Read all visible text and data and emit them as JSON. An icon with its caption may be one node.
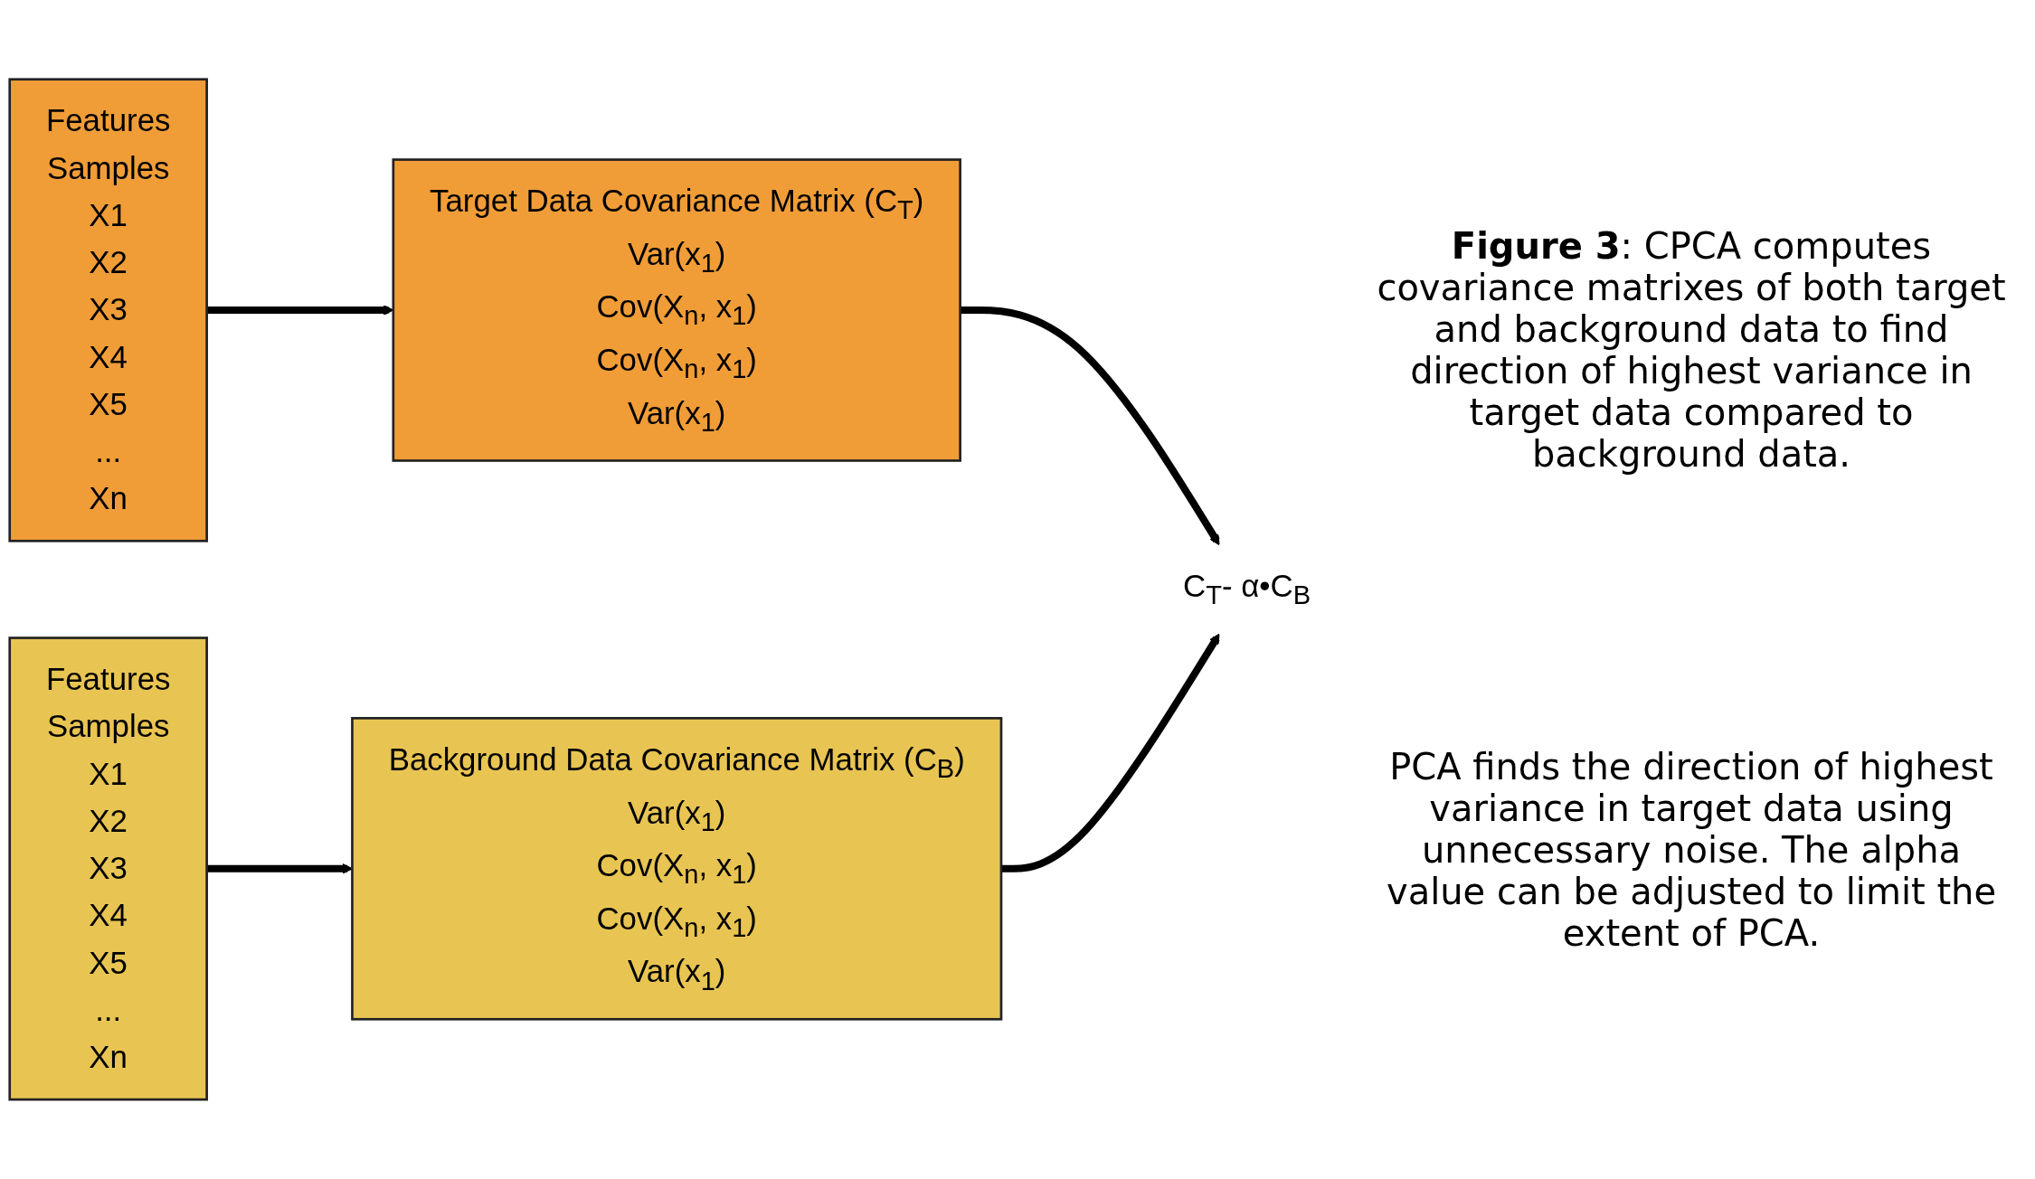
{
  "diagram": {
    "caption": "**Figure 3**: CPCA computes covariance matrixes of both target and background data to find direction of highest variance in target data compared to background data.",
    "nodes": [
      {
        "text": [
          "Features",
          "Samples",
          "X1",
          "X2",
          "X3",
          "X4",
          "X5",
          "...",
          "Xn"
        ]
      },
      {
        "text": [
          "Target Data Covariance Matrix (C$_{T}$)",
          "Var(x$_{1}$)",
          "Cov(X$_{n}$, x$_{1}$)",
          "Cov(X$_{n}$, x$_{1}$)",
          "Var(x$_{1}$)"
        ]
      },
      {
        "text": [
          "C$_{T}$- α•C$_{B}$"
        ]
      },
      {
        "text": [
          "Features",
          "Samples",
          "X1",
          "X2",
          "X3",
          "X4",
          "X5",
          "...",
          "Xn"
        ]
      },
      {
        "text": [
          "Background Data Covariance Matrix (C$_{B}$)",
          "Var(x$_{1}$)",
          "Cov(X$_{n}$, x$_{1}$)",
          "Cov(X$_{n}$, x$_{1}$)",
          "Var(x$_{1}$)"
        ]
      }
    ],
    "edges": [
      {
        "from": 0,
        "to": 1,
        "arrow": "to"
      },
      {
        "from": 1,
        "to": 2,
        "arrow": "to"
      },
      {
        "from": 3,
        "to": 4,
        "arrow": "to"
      },
      {
        "from": 4,
        "to": 2,
        "arrow": "to"
      }
    ],
    "labels": [
      "PCA finds the direction of highest variance in target data using unnecessary noise. The alpha value can be adjusted to limit the extent of PCA."
    ]
  }
}
